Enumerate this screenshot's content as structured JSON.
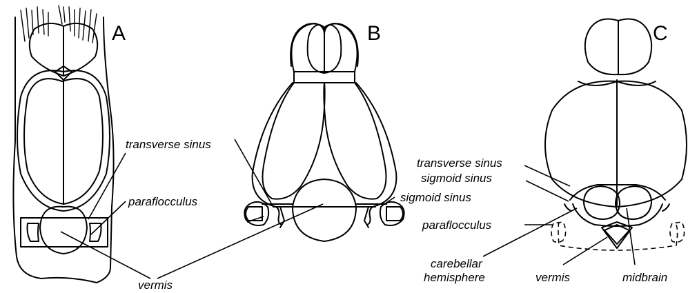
{
  "panels": {
    "a": {
      "letter": "A"
    },
    "b": {
      "letter": "B"
    },
    "c": {
      "letter": "C"
    }
  },
  "labels": {
    "a_transverse_sinus": "transverse sinus",
    "a_paraflocculus": "paraflocculus",
    "a_vermis": "vermis",
    "b_sigmoid_sinus": "sigmoid sinus",
    "c_transverse_sinus": "transverse sinus",
    "c_sigmoid_sinus": "sigmoid sinus",
    "c_paraflocculus": "paraflocculus",
    "c_carebellar_line1": "carebellar",
    "c_carebellar_line2": "hemisphere",
    "c_vermis": "vermis",
    "c_midbrain": "midbrain"
  }
}
